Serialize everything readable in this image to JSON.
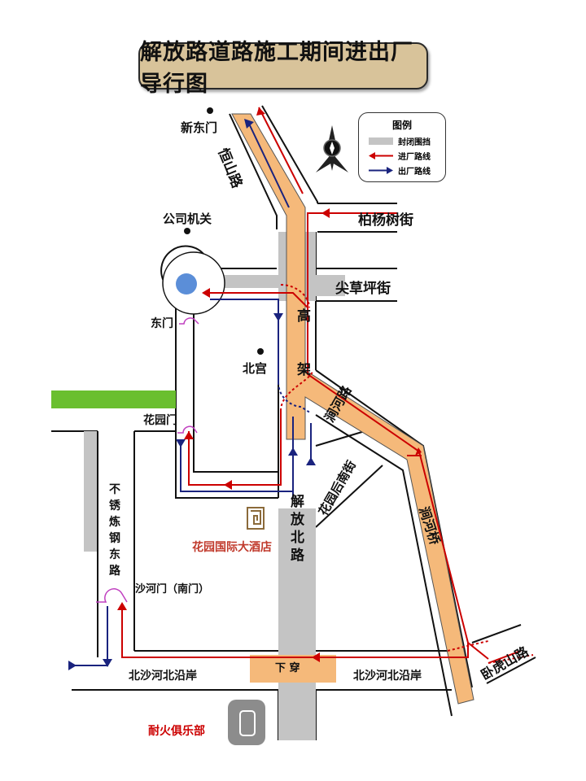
{
  "title": "解放路道路施工期间进出厂导行图",
  "legend": {
    "title": "图例",
    "items": [
      {
        "label": "封闭围挡",
        "color": "#c4c4c4"
      },
      {
        "label": "进厂路线",
        "color": "#cc0000"
      },
      {
        "label": "出厂路线",
        "color": "#1a237e"
      }
    ]
  },
  "labels": {
    "xin_dongmen": "新东门",
    "hengshan_road": "恒山路",
    "company_office": "公司机关",
    "boyangshu_street": "柏杨树街",
    "jiancaoping_street": "尖草坪街",
    "east_gate": "东门",
    "north_palace": "北宫",
    "elevated_1": "高",
    "elevated_2": "架",
    "jianhe_road": "涧河路",
    "garden_gate": "花园门",
    "garden_back_south_street": "花园后南街",
    "jiefang_north_road": "解放北路",
    "jianhe_bridge": "涧河桥",
    "garden_hotel": "花园国际大酒店",
    "stainless_east_road": "不锈炼钢东路",
    "shahe_gate": "沙河门（南门）",
    "underpass": "下 穿",
    "beishahe_bank_left": "北沙河北沿岸",
    "beishahe_bank_right": "北沙河北沿岸",
    "wohushan_road": "卧虎山路",
    "fire_club": "耐火俱乐部"
  }
}
